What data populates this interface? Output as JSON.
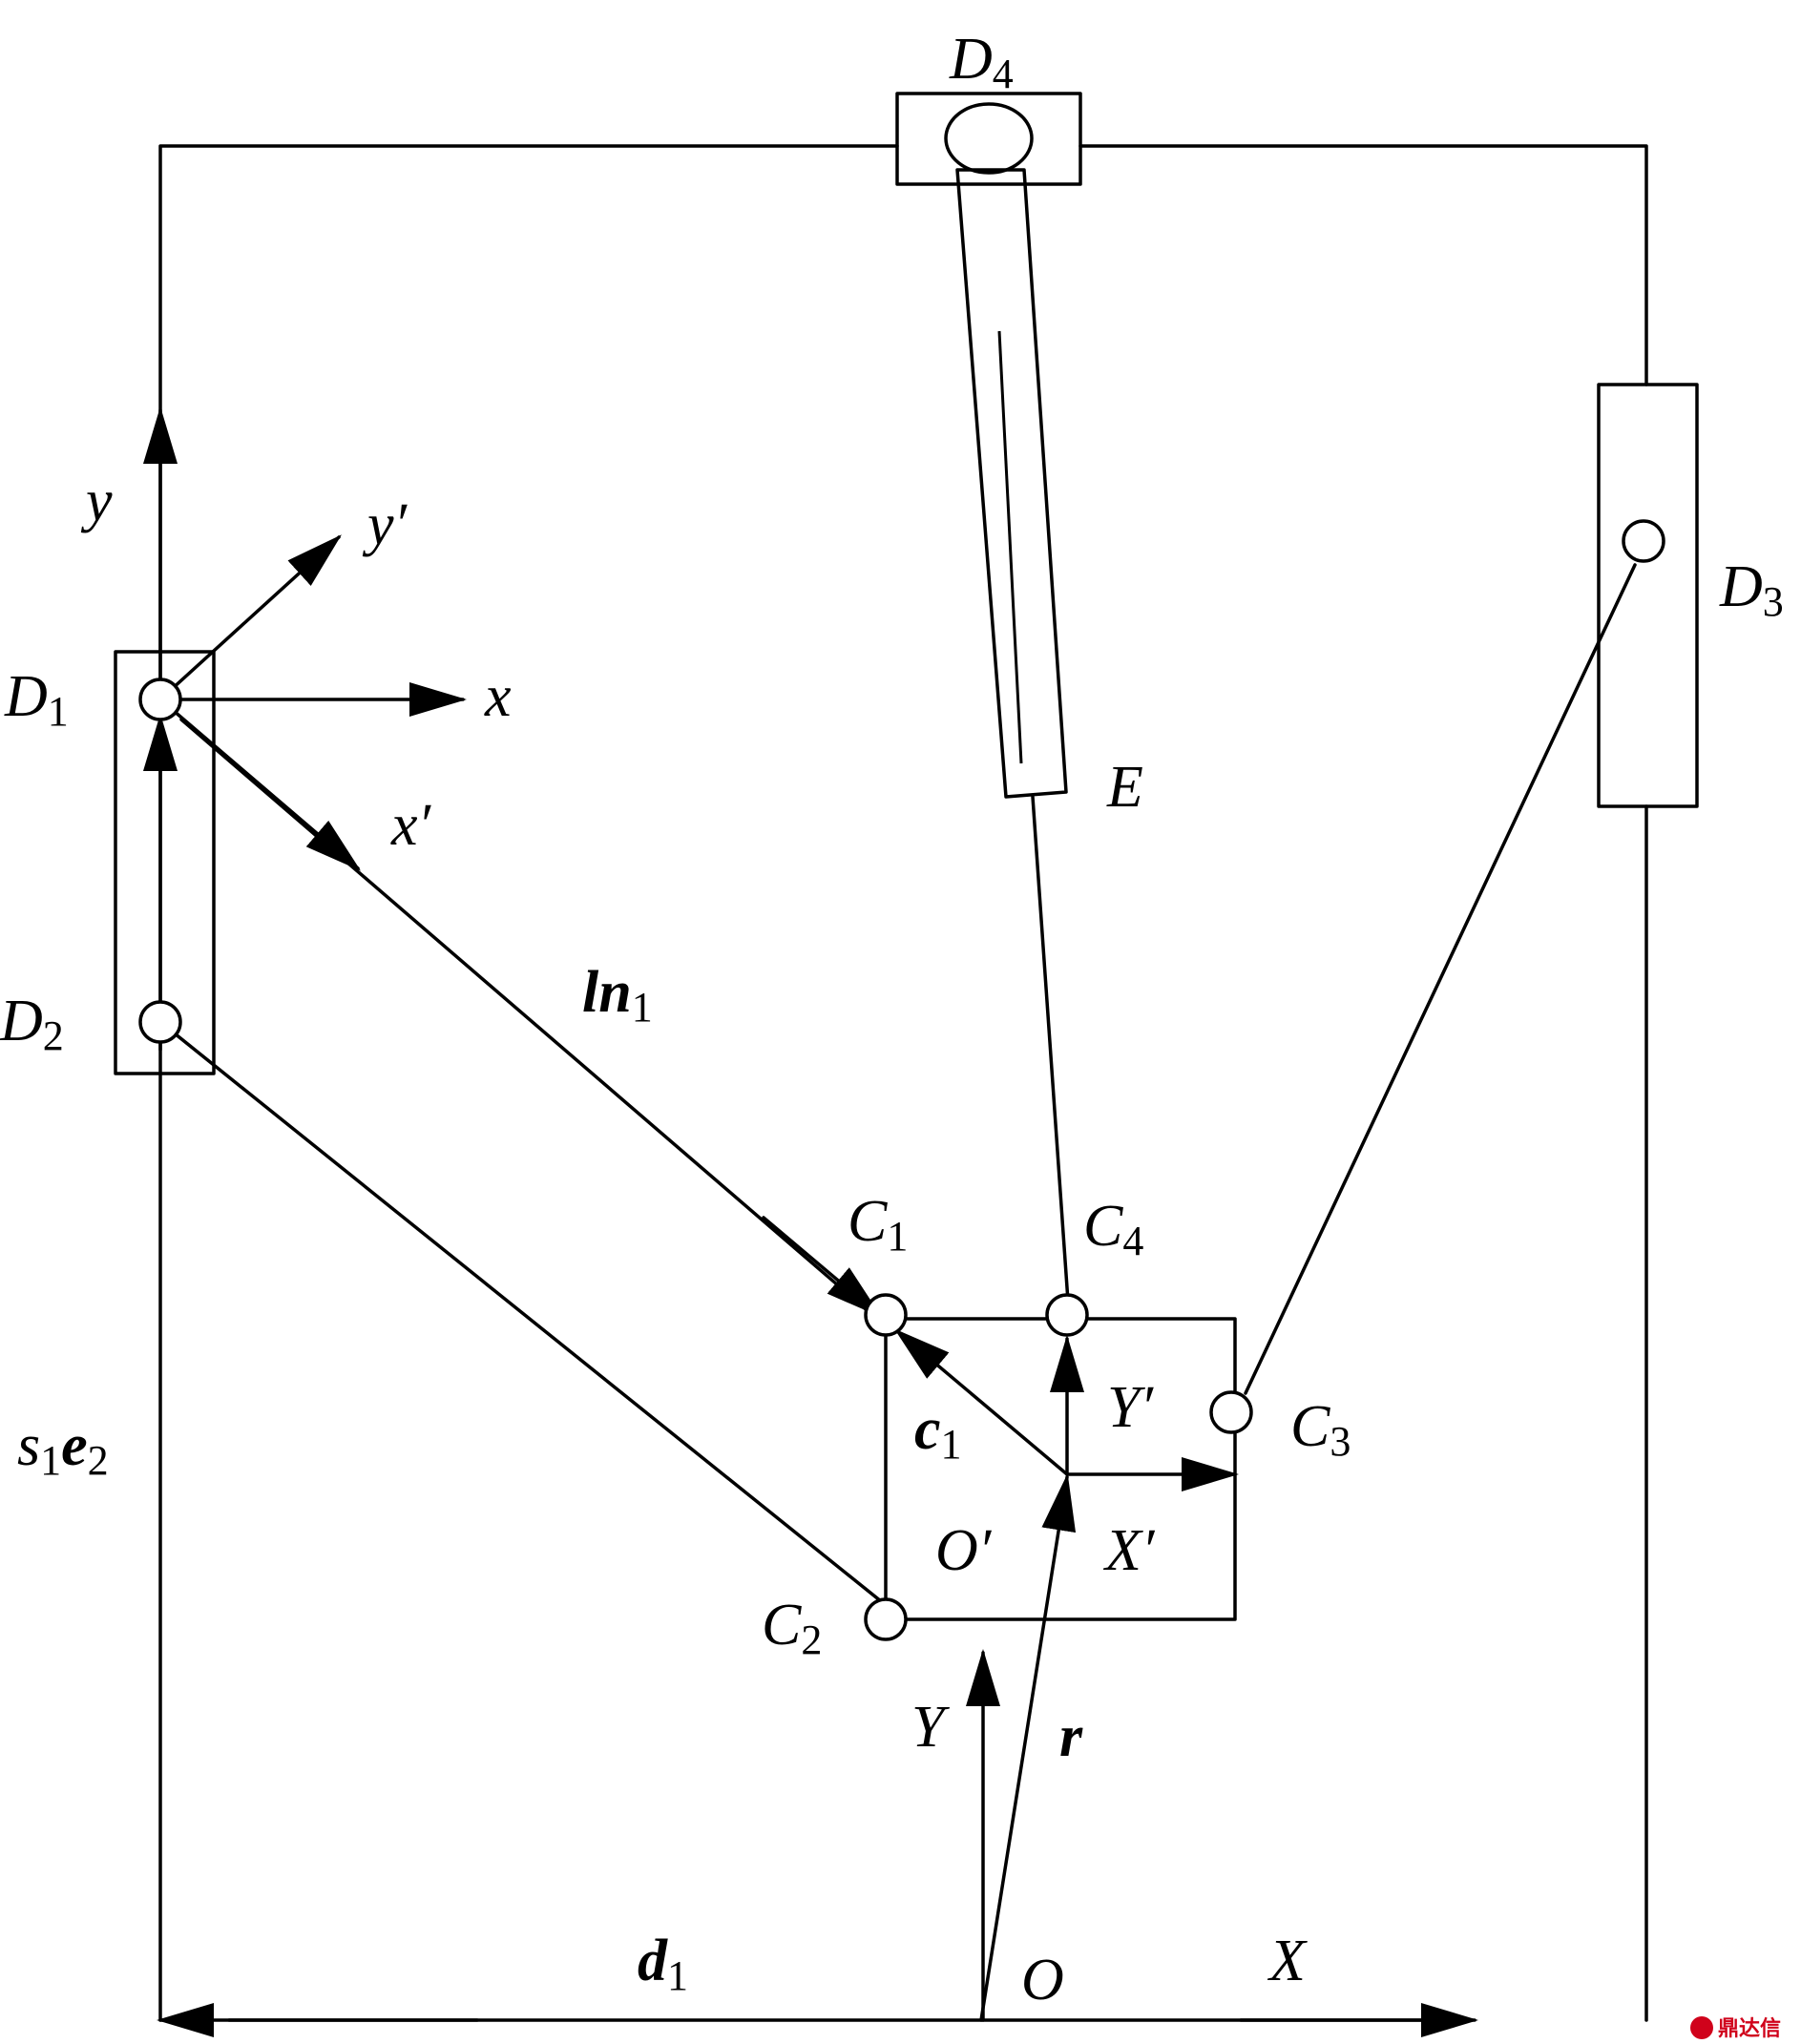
{
  "labels": {
    "D1": "D",
    "D1_sub": "1",
    "D2": "D",
    "D2_sub": "2",
    "D3": "D",
    "D3_sub": "3",
    "D4": "D",
    "D4_sub": "4",
    "C1": "C",
    "C1_sub": "1",
    "C2": "C",
    "C2_sub": "2",
    "C3": "C",
    "C3_sub": "3",
    "C4": "C",
    "C4_sub": "4",
    "E": "E",
    "y": "y",
    "yp": "y′",
    "x": "x",
    "xp": "x′",
    "Y": "Y",
    "X": "X",
    "Yp": "Y′",
    "Xp": "X′",
    "O": "O",
    "Op": "O′",
    "ln1_l": "l",
    "ln1_n": "n",
    "ln1_sub": "1",
    "c1": "c",
    "c1_sub": "1",
    "s1e2_s": "s",
    "s1e2_s_sub": "1",
    "s1e2_e": "e",
    "s1e2_e_sub": "2",
    "r": "r",
    "d1": "d",
    "d1_sub": "1"
  },
  "watermark": "鼎达信"
}
